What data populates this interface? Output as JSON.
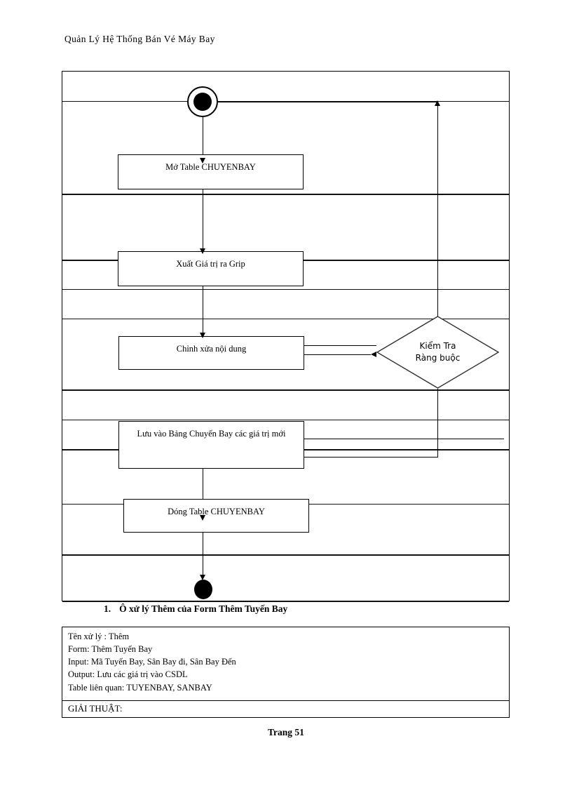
{
  "document": {
    "header": "Quản Lý Hệ Thống Bán Vé Máy Bay",
    "footer": "Trang 51"
  },
  "diagram": {
    "type": "uml-activity-diagram",
    "start_node": "start-node",
    "end_node": "end-node",
    "activities": [
      {
        "id": "open-table",
        "label": "Mở Table CHUYENBAY"
      },
      {
        "id": "output-grid",
        "label": "Xuất Giá trị ra Grip"
      },
      {
        "id": "edit-content",
        "label": "Chỉnh xửa nội dung"
      },
      {
        "id": "save-values",
        "label": "Lưu vào Bảng Chuyến Bay các giá trị mới"
      },
      {
        "id": "close-table",
        "label": "Dóng Table CHUYENBAY"
      }
    ],
    "decision": {
      "id": "check-constraint",
      "line1": "Kiểm Tra",
      "line2": "Ràng buộc"
    }
  },
  "caption": {
    "number": "1.",
    "text": "Ô xử lý Thêm của Form Thêm Tuyến Bay"
  },
  "info": {
    "rows": [
      "Tên xử lý : Thêm",
      "Form: Thêm Tuyến Bay",
      "Input:  Mã Tuyến Bay, Sân Bay đi, Sân Bay Đến",
      "Output: Lưu các giá trị vào CSDL",
      "Table liên quan: TUYENBAY, SANBAY"
    ],
    "algorithm_label": "GIẢI THUẬT:"
  },
  "colors": {
    "ink": "#000000",
    "paper": "#ffffff"
  }
}
